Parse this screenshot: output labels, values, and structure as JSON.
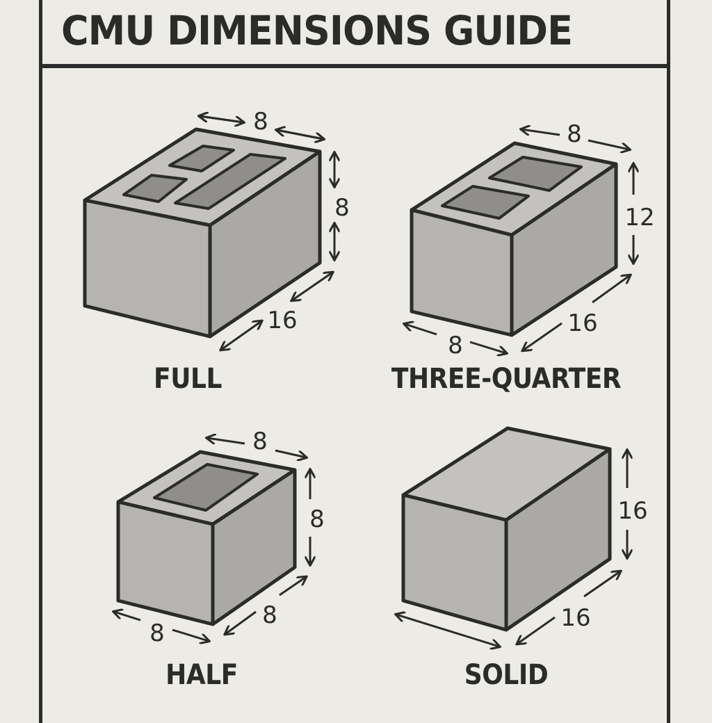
{
  "title": "CMU DIMENSIONS GUIDE",
  "colors": {
    "background": "#ecebe6",
    "outline": "#2b2b29",
    "face_top": "#c3c2be",
    "face_front": "#b5b4b0",
    "face_side": "#aaa9a5",
    "hole": "#8f8e8b"
  },
  "blocks": [
    {
      "name": "FULL",
      "dimensions": {
        "top_width": "8",
        "height": "8",
        "length": "16"
      },
      "cores": 3
    },
    {
      "name": "THREE-QUARTER",
      "dimensions": {
        "top_width": "8",
        "height": "12",
        "length": "16",
        "front_width": "8"
      },
      "cores": 2
    },
    {
      "name": "HALF",
      "dimensions": {
        "top_width": "8",
        "height": "8",
        "length": "8",
        "front_width": "8"
      },
      "cores": 1
    },
    {
      "name": "SOLID",
      "dimensions": {
        "height": "16",
        "length": "16",
        "front_width": ""
      },
      "cores": 0
    }
  ]
}
